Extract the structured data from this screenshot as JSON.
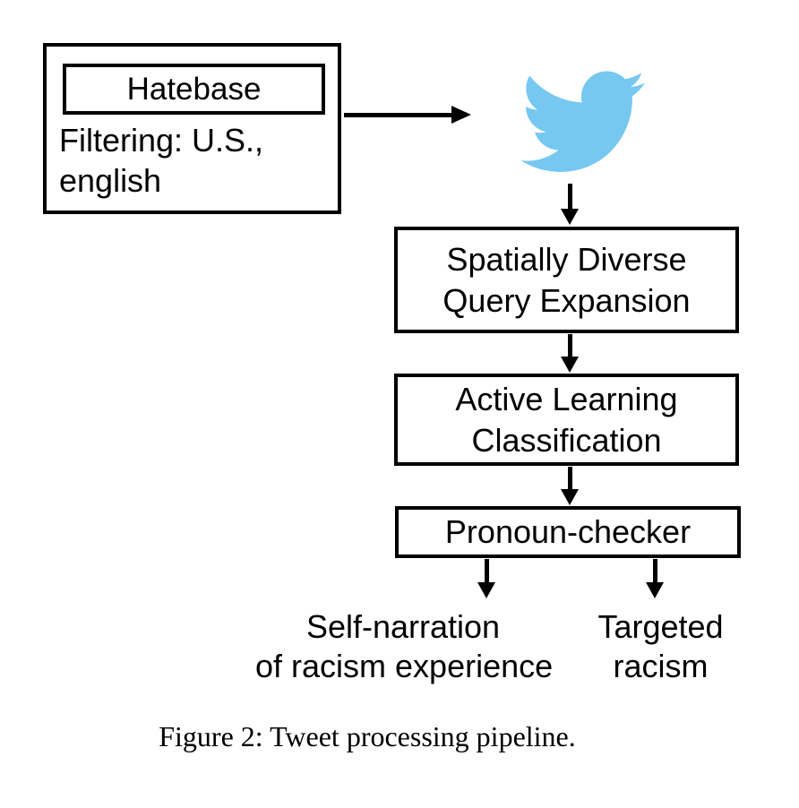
{
  "figure": {
    "hatebase": {
      "title": "Hatebase",
      "filter_line1": "Filtering: U.S.,",
      "filter_line2": "english"
    },
    "twitter": {
      "icon_name": "twitter-bird",
      "color": "#76C8F0"
    },
    "steps": [
      {
        "line1": "Spatially Diverse",
        "line2": "Query Expansion"
      },
      {
        "line1": "Active Learning",
        "line2": "Classification"
      },
      {
        "line1": "Pronoun-checker"
      }
    ],
    "outputs": [
      {
        "line1": "Self-narration",
        "line2": "of racism experience"
      },
      {
        "line1": "Targeted",
        "line2": "racism"
      }
    ],
    "caption": "Figure 2: Tweet processing pipeline."
  },
  "colors": {
    "ink": "#000000",
    "background": "#ffffff",
    "twitter_blue": "#76C8F0"
  }
}
